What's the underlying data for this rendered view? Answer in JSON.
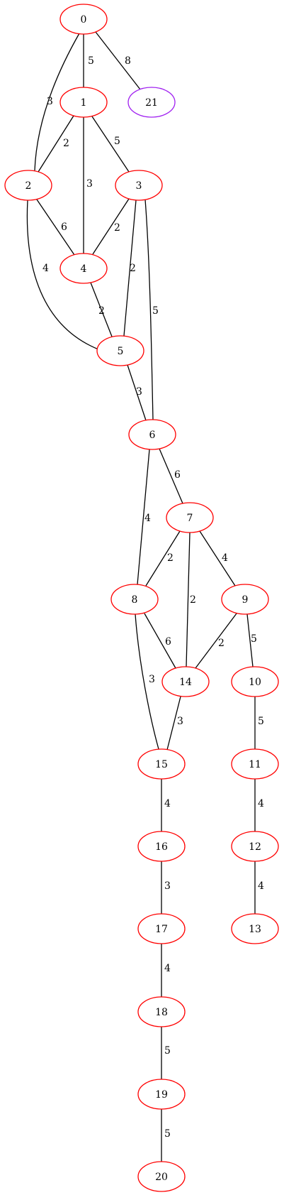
{
  "graph": {
    "nodes": [
      {
        "id": "0",
        "label": "0",
        "color": "#ff0000"
      },
      {
        "id": "21",
        "label": "21",
        "color": "#a020f0"
      },
      {
        "id": "1",
        "label": "1",
        "color": "#ff0000"
      },
      {
        "id": "2",
        "label": "2",
        "color": "#ff0000"
      },
      {
        "id": "3",
        "label": "3",
        "color": "#ff0000"
      },
      {
        "id": "4",
        "label": "4",
        "color": "#ff0000"
      },
      {
        "id": "5",
        "label": "5",
        "color": "#ff0000"
      },
      {
        "id": "6",
        "label": "6",
        "color": "#ff0000"
      },
      {
        "id": "7",
        "label": "7",
        "color": "#ff0000"
      },
      {
        "id": "8",
        "label": "8",
        "color": "#ff0000"
      },
      {
        "id": "9",
        "label": "9",
        "color": "#ff0000"
      },
      {
        "id": "14",
        "label": "14",
        "color": "#ff0000"
      },
      {
        "id": "10",
        "label": "10",
        "color": "#ff0000"
      },
      {
        "id": "15",
        "label": "15",
        "color": "#ff0000"
      },
      {
        "id": "11",
        "label": "11",
        "color": "#ff0000"
      },
      {
        "id": "16",
        "label": "16",
        "color": "#ff0000"
      },
      {
        "id": "12",
        "label": "12",
        "color": "#ff0000"
      },
      {
        "id": "17",
        "label": "17",
        "color": "#ff0000"
      },
      {
        "id": "13",
        "label": "13",
        "color": "#ff0000"
      },
      {
        "id": "18",
        "label": "18",
        "color": "#ff0000"
      },
      {
        "id": "19",
        "label": "19",
        "color": "#ff0000"
      },
      {
        "id": "20",
        "label": "20",
        "color": "#ff0000"
      }
    ],
    "edges": [
      {
        "from": "0",
        "to": "1",
        "label": "5"
      },
      {
        "from": "0",
        "to": "21",
        "label": "8"
      },
      {
        "from": "0",
        "to": "2",
        "label": "3"
      },
      {
        "from": "1",
        "to": "2",
        "label": "2"
      },
      {
        "from": "1",
        "to": "4",
        "label": "3"
      },
      {
        "from": "1",
        "to": "3",
        "label": "5"
      },
      {
        "from": "2",
        "to": "4",
        "label": "6"
      },
      {
        "from": "2",
        "to": "5",
        "label": "4"
      },
      {
        "from": "3",
        "to": "4",
        "label": "2"
      },
      {
        "from": "3",
        "to": "5",
        "label": "2"
      },
      {
        "from": "3",
        "to": "6",
        "label": "5"
      },
      {
        "from": "4",
        "to": "5",
        "label": "2"
      },
      {
        "from": "5",
        "to": "6",
        "label": "3"
      },
      {
        "from": "6",
        "to": "7",
        "label": "6"
      },
      {
        "from": "6",
        "to": "8",
        "label": "4"
      },
      {
        "from": "7",
        "to": "8",
        "label": "2"
      },
      {
        "from": "7",
        "to": "14",
        "label": "2"
      },
      {
        "from": "7",
        "to": "9",
        "label": "4"
      },
      {
        "from": "8",
        "to": "14",
        "label": "6"
      },
      {
        "from": "8",
        "to": "15",
        "label": "3"
      },
      {
        "from": "9",
        "to": "14",
        "label": "2"
      },
      {
        "from": "9",
        "to": "10",
        "label": "5"
      },
      {
        "from": "14",
        "to": "15",
        "label": "3"
      },
      {
        "from": "10",
        "to": "11",
        "label": "5"
      },
      {
        "from": "11",
        "to": "12",
        "label": "4"
      },
      {
        "from": "12",
        "to": "13",
        "label": "4"
      },
      {
        "from": "15",
        "to": "16",
        "label": "4"
      },
      {
        "from": "16",
        "to": "17",
        "label": "3"
      },
      {
        "from": "17",
        "to": "18",
        "label": "4"
      },
      {
        "from": "18",
        "to": "19",
        "label": "5"
      },
      {
        "from": "19",
        "to": "20",
        "label": "5"
      }
    ],
    "edge_color": "#000000"
  }
}
